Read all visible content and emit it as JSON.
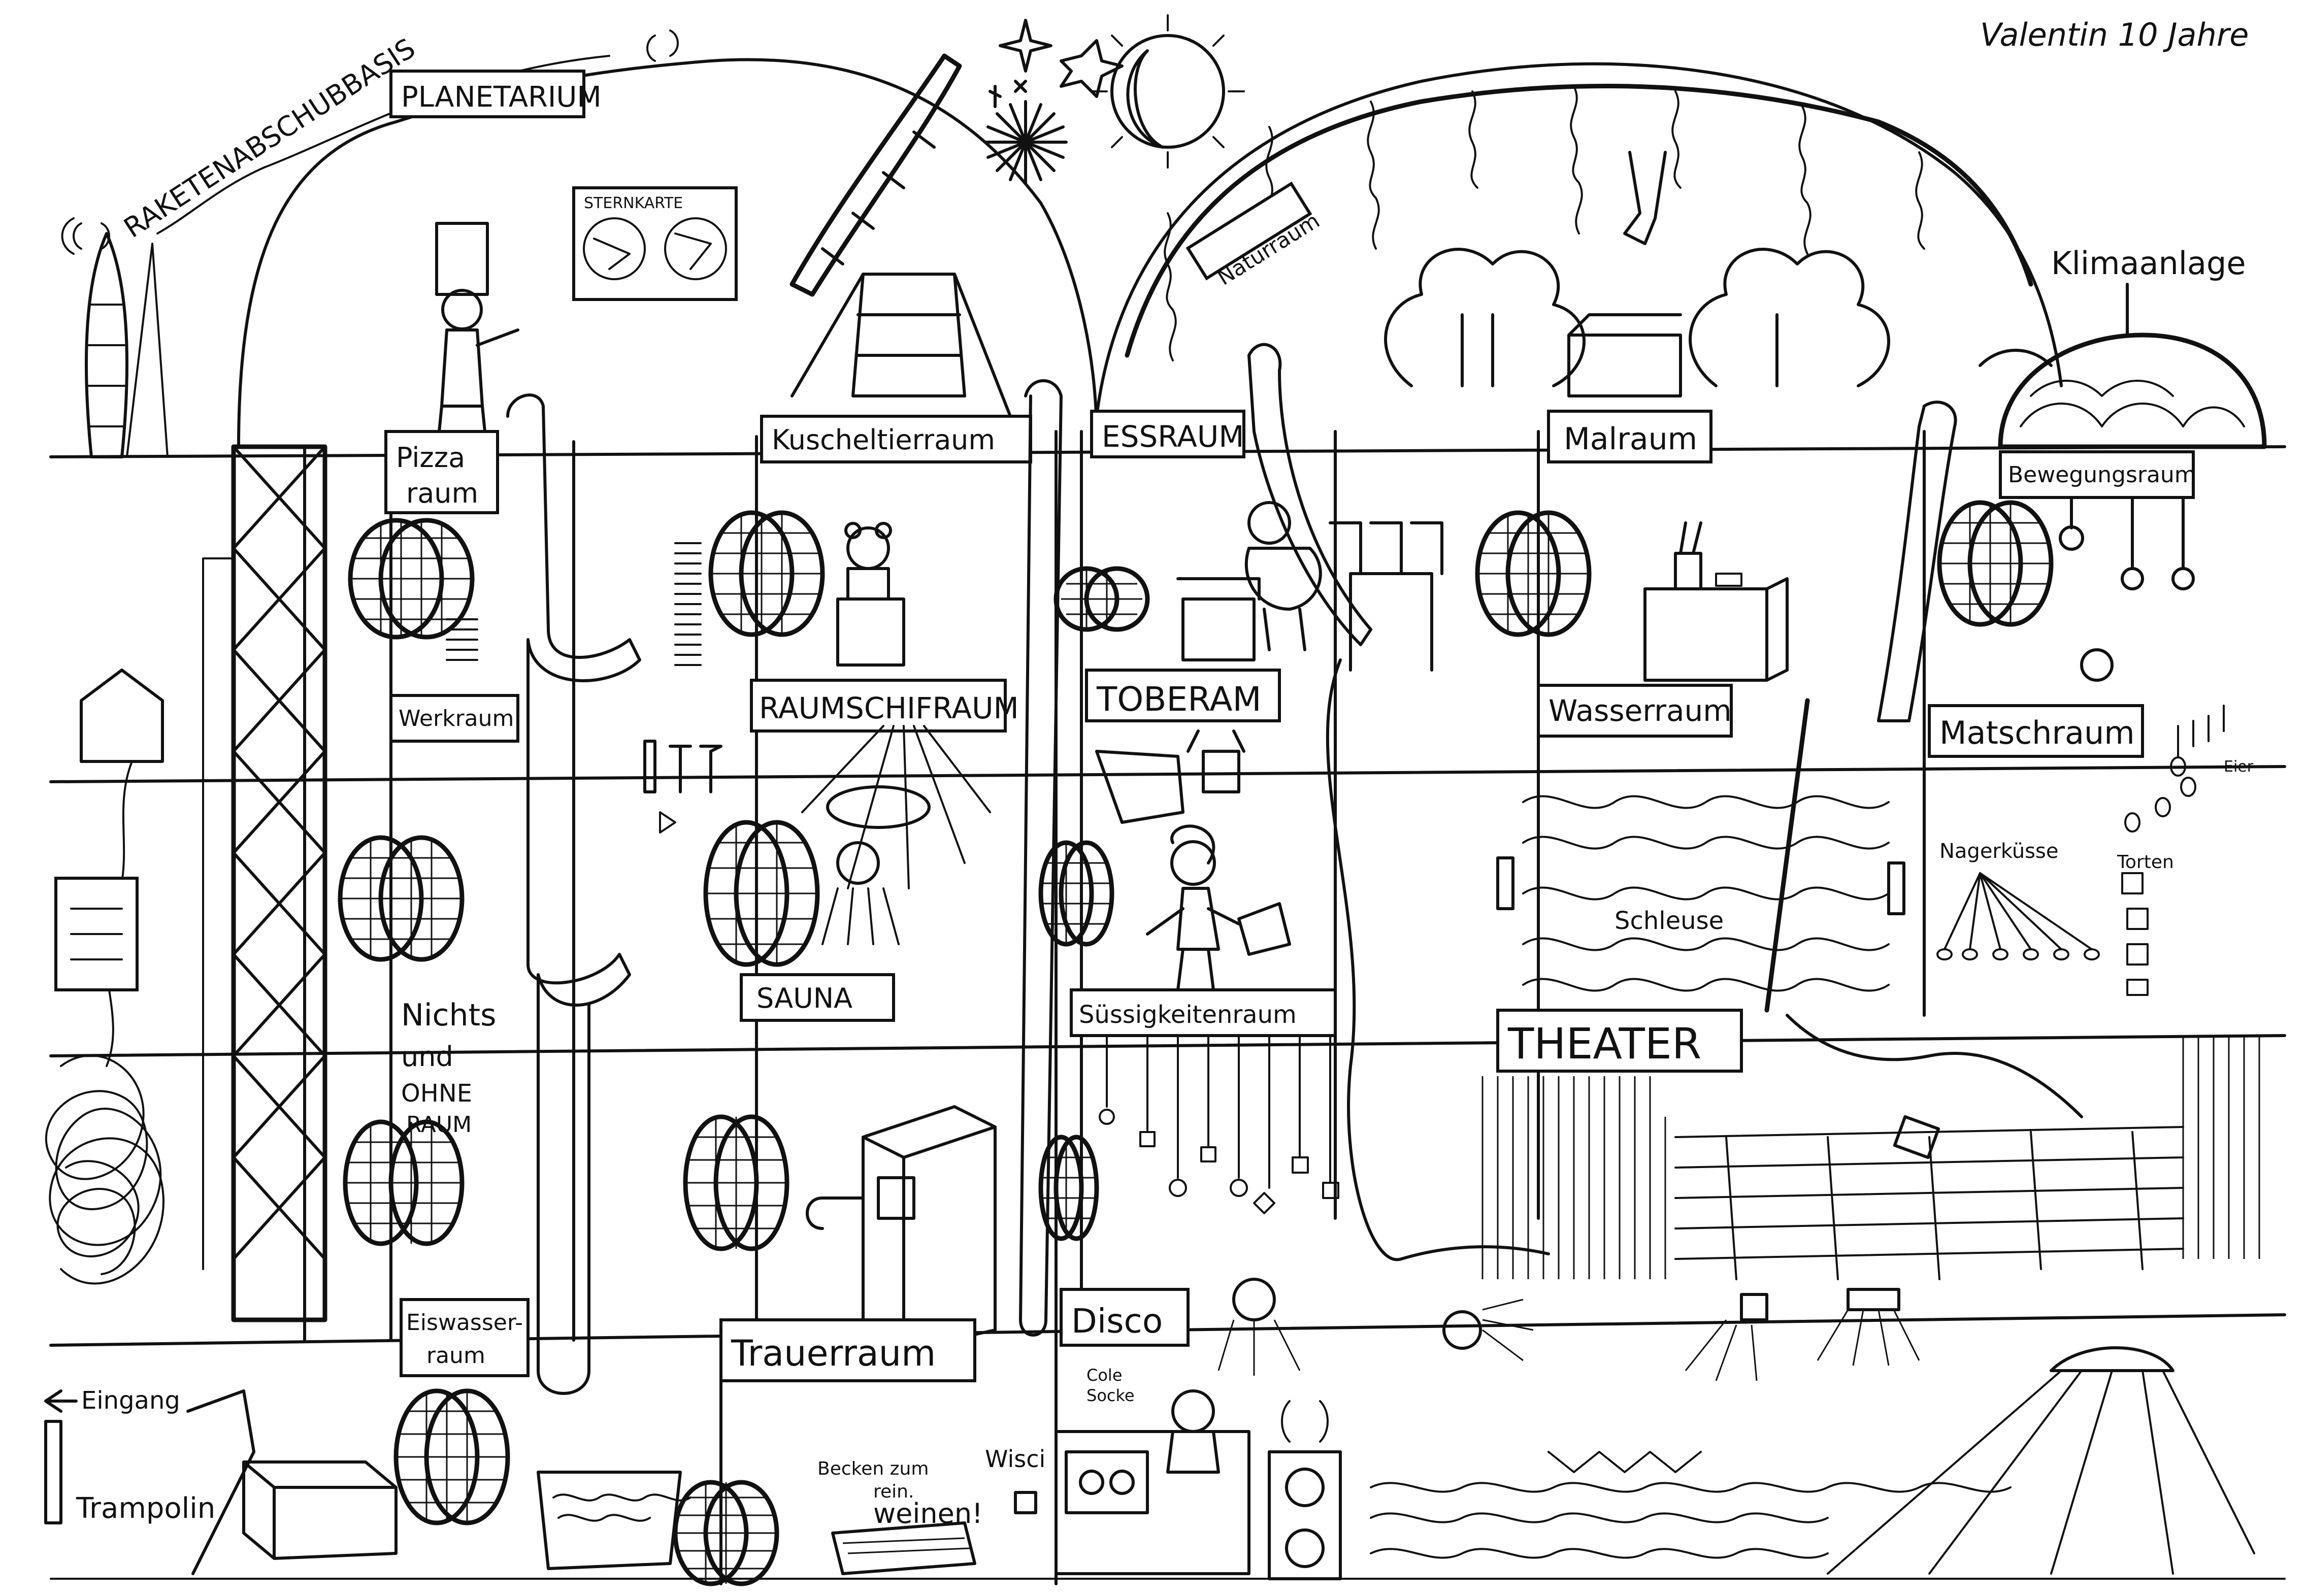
{
  "artist": {
    "signature": "Valentin 10 Jahre"
  },
  "labels": {
    "raketenabschussbasis": "RAKETENABSCHUBBASIS",
    "planetarium": "PLANETARIUM",
    "sternkarte": "STERNKARTE",
    "naturraum": "Naturraum",
    "klimaanlage": "Klimaanlage",
    "pizzaraum_line1": "Pizza",
    "pizzaraum_line2": "raum",
    "kuscheltierraum": "Kuscheltierraum",
    "essraum": "ESSRAUM",
    "malraum": "Malraum",
    "bewegungsraum": "Bewegungsraum",
    "werkraum": "Werkraum",
    "raumschifraum": "RAUMSCHIFRAUM",
    "toberaum": "TOBERAM",
    "wasserraum": "Wasserraum",
    "matschraum": "Matschraum",
    "nagerkuesse": "Nagerküsse",
    "torten": "Torten",
    "eier": "Eier",
    "schleuse": "Schleuse",
    "nichts_line1": "Nichts",
    "nichts_line2": "und",
    "nichts_line3": "OHNE",
    "nichts_line4": "RAUM",
    "sauna": "SAUNA",
    "suessigkeitenraum": "Süssigkeitenraum",
    "theater": "THEATER",
    "eiswasserraum_line1": "Eiswasser-",
    "eiswasserraum_line2": "raum",
    "disco": "Disco",
    "trauerraum": "Trauerraum",
    "eingang": "Eingang",
    "trampolin": "Trampolin",
    "wisci": "Wisci",
    "becken_line1": "Becken zum",
    "becken_line2": "rein.",
    "becken_line3": "weinen!",
    "cooler_line1": "Cole",
    "cooler_line2": "Socke"
  },
  "colors": {
    "ink": "#111111",
    "paper": "#ffffff"
  }
}
